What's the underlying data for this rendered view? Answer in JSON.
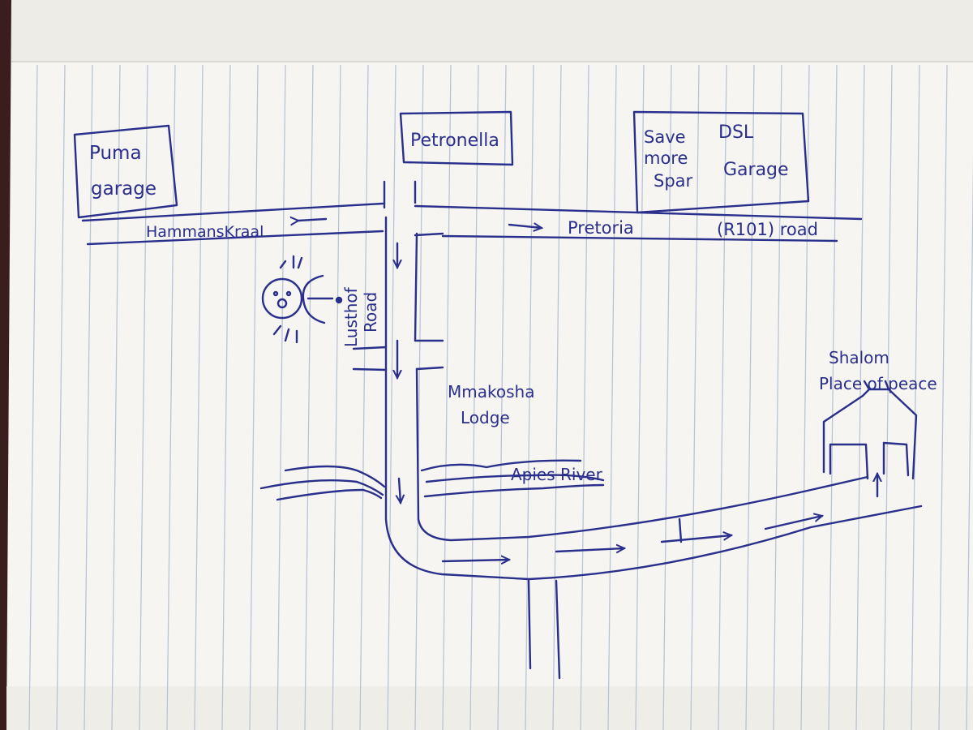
{
  "colors": {
    "ink": "#2a2f8c",
    "paper": "#f6f5f1",
    "rule_line": "#b9c4d6",
    "shadow": "#3a1e1e"
  },
  "labels": {
    "puma_garage_line1": "Puma",
    "puma_garage_line2": "garage",
    "petronella": "Petronella",
    "save_more_spar_line1": "Save",
    "save_more_spar_line2": "more",
    "save_more_spar_line3": "Spar",
    "dsl_garage_line1": "DSL",
    "dsl_garage_line2": "Garage",
    "hammanskraal_road": "HammansKraal",
    "pretoria_road": "Pretoria",
    "r101_road": "(R101) road",
    "lusthof_road_line1": "Lusthof",
    "lusthof_road_line2": "Road",
    "mmakosha_lodge_line1": "Mmakosha",
    "mmakosha_lodge_line2": "Lodge",
    "apies_river": "Apies River",
    "shalom_line1": "Shalom",
    "shalom_line2": "Place of peace"
  },
  "icons": {
    "person": "person-sketch-icon",
    "house": "house-sketch-icon",
    "arrow": "direction-arrow-icon"
  }
}
